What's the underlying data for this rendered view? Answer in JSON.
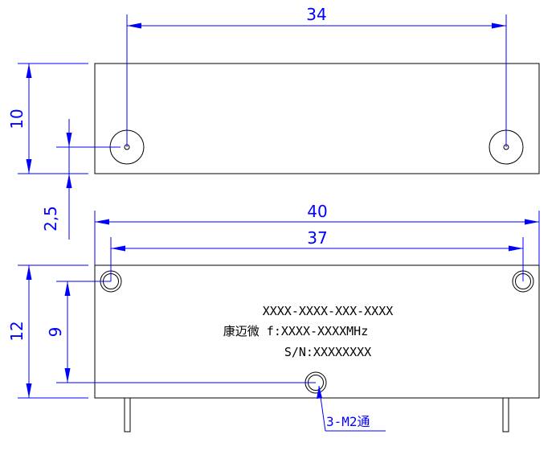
{
  "dimensions": {
    "top_width": "34",
    "top_height": "10",
    "gap": "2,5",
    "bottom_width": "40",
    "hole_spacing": "37",
    "bottom_height": "12",
    "hole_height": "9"
  },
  "label": {
    "model": "XXXX-XXXX-XXX-XXXX",
    "line2": "康迈微 f:XXXX-XXXXMHz",
    "serial": "S/N:XXXXXXXX"
  },
  "callout": {
    "text": "3-M2通"
  },
  "colors": {
    "dimension": "#0000ff",
    "outline": "#000000"
  }
}
